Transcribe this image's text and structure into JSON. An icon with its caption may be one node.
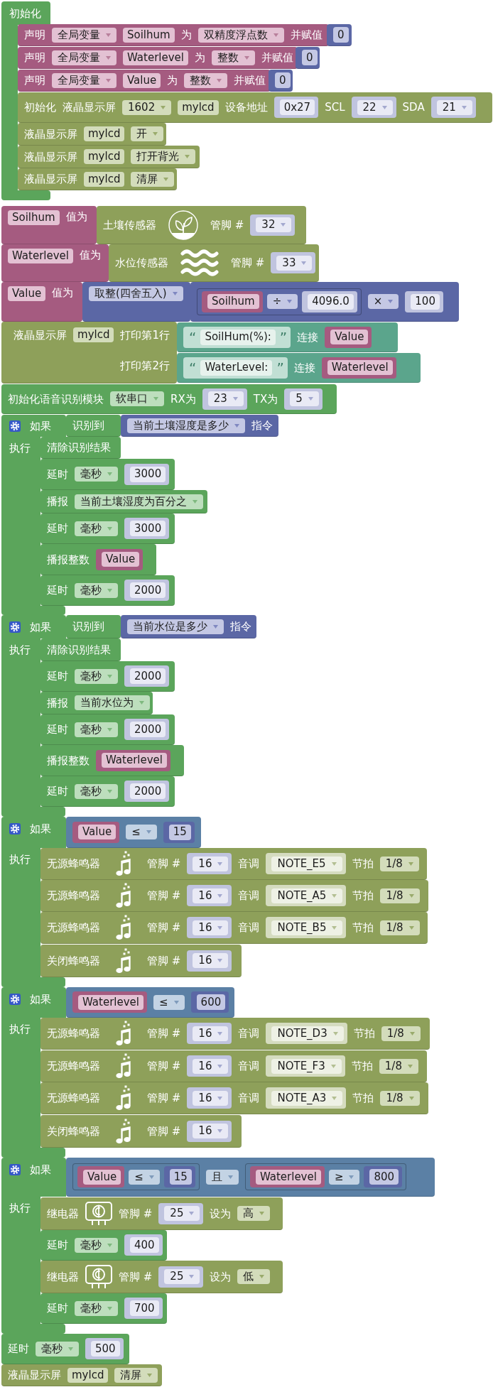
{
  "diagram": {
    "nodes": [
      {
        "text": [
          "初始化"
        ]
      },
      {
        "text": [
          "声明",
          "全局变量",
          "Soilhum",
          "为",
          "双精度浮点数",
          "并赋值"
        ]
      },
      {
        "text": [
          "0"
        ]
      },
      {
        "text": [
          "声明",
          "全局变量",
          "Waterlevel",
          "为",
          "整数",
          "并赋值"
        ]
      },
      {
        "text": [
          "0"
        ]
      },
      {
        "text": [
          "声明",
          "全局变量",
          "Value",
          "为",
          "整数",
          "并赋值"
        ]
      },
      {
        "text": [
          "0"
        ]
      },
      {
        "text": [
          "初始化",
          "液晶显示屏",
          "1602",
          "mylcd",
          "设备地址",
          "SCL",
          "SDA"
        ]
      },
      {
        "text": [
          "0x27"
        ],
        "in": 7
      },
      {
        "text": [
          "22"
        ],
        "in": 7
      },
      {
        "text": [
          "21"
        ],
        "in": 7
      },
      {
        "text": [
          "液晶显示屏",
          "mylcd",
          "开"
        ]
      },
      {
        "text": [
          "液晶显示屏",
          "mylcd",
          "打开背光"
        ]
      },
      {
        "text": [
          "液晶显示屏",
          "mylcd",
          "清屏"
        ]
      },
      {
        "text": [
          "Soilhum",
          "值为"
        ]
      },
      {
        "text": [
          "土壤传感器",
          "管脚 #"
        ]
      },
      {
        "text": [
          "32"
        ],
        "in": 15
      },
      {
        "text": [
          "Waterlevel",
          "值为"
        ]
      },
      {
        "text": [
          "水位传感器",
          "管脚 #"
        ]
      },
      {
        "text": [
          "33"
        ],
        "in": 18
      },
      {
        "text": [
          "Value",
          "值为"
        ]
      },
      {
        "text": [
          "取整(四舍五入)"
        ]
      },
      {
        "text": [
          "×"
        ]
      },
      {
        "text": [
          "÷"
        ],
        "in": 22
      },
      {
        "text": [
          "Soilhum"
        ],
        "in": 23
      },
      {
        "text": [
          "4096.0"
        ],
        "in": 23
      },
      {
        "text": [
          "100"
        ],
        "in": 22
      },
      {
        "text": [
          "液晶显示屏",
          "mylcd",
          "打印第1行",
          "打印第2行"
        ]
      },
      {
        "text": [
          "连接"
        ]
      },
      {
        "text": [
          "“",
          "SoilHum(%):",
          "”"
        ],
        "in": 28
      },
      {
        "text": [
          "Value"
        ],
        "in": 28
      },
      {
        "text": [
          "连接"
        ]
      },
      {
        "text": [
          "“",
          "WaterLevel:",
          "”"
        ],
        "in": 31
      },
      {
        "text": [
          "Waterlevel"
        ],
        "in": 31
      },
      {
        "text": [
          "初始化语音识别模块",
          "软串口",
          "RX为",
          "TX为"
        ]
      },
      {
        "text": [
          "23"
        ],
        "in": 34
      },
      {
        "text": [
          "5"
        ],
        "in": 34
      },
      {
        "text": [
          "如果",
          "执行"
        ]
      },
      {
        "text": [
          "识别到"
        ]
      },
      {
        "text": [
          "当前土壤湿度是多少",
          "指令"
        ]
      },
      {
        "text": [
          "清除识别结果"
        ]
      },
      {
        "text": [
          "延时",
          "毫秒"
        ]
      },
      {
        "text": [
          "3000"
        ],
        "in": 41
      },
      {
        "text": [
          "播报",
          "当前土壤湿度为百分之"
        ]
      },
      {
        "text": [
          "延时",
          "毫秒"
        ]
      },
      {
        "text": [
          "3000"
        ],
        "in": 44
      },
      {
        "text": [
          "播报整数"
        ]
      },
      {
        "text": [
          "Value"
        ],
        "in": 46
      },
      {
        "text": [
          "延时",
          "毫秒"
        ]
      },
      {
        "text": [
          "2000"
        ],
        "in": 48
      },
      {
        "text": [
          "如果",
          "执行"
        ]
      },
      {
        "text": [
          "识别到"
        ]
      },
      {
        "text": [
          "当前水位是多少",
          "指令"
        ]
      },
      {
        "text": [
          "清除识别结果"
        ]
      },
      {
        "text": [
          "延时",
          "毫秒"
        ]
      },
      {
        "text": [
          "2000"
        ],
        "in": 54
      },
      {
        "text": [
          "播报",
          "当前水位为"
        ]
      },
      {
        "text": [
          "延时",
          "毫秒"
        ]
      },
      {
        "text": [
          "2000"
        ],
        "in": 57
      },
      {
        "text": [
          "播报整数"
        ]
      },
      {
        "text": [
          "Waterlevel"
        ],
        "in": 59
      },
      {
        "text": [
          "延时",
          "毫秒"
        ]
      },
      {
        "text": [
          "2000"
        ],
        "in": 61
      },
      {
        "text": [
          "如果",
          "执行"
        ]
      },
      {
        "text": [
          "≤"
        ]
      },
      {
        "text": [
          "Value"
        ],
        "in": 64
      },
      {
        "text": [
          "15"
        ],
        "in": 64
      },
      {
        "text": [
          "无源蜂鸣器",
          "管脚 #",
          "音调",
          "节拍",
          "1/8"
        ]
      },
      {
        "text": [
          "16"
        ],
        "in": 67
      },
      {
        "text": [
          "NOTE_E5"
        ],
        "in": 67
      },
      {
        "text": [
          "无源蜂鸣器",
          "管脚 #",
          "音调",
          "节拍",
          "1/8"
        ]
      },
      {
        "text": [
          "16"
        ],
        "in": 70
      },
      {
        "text": [
          "NOTE_A5"
        ],
        "in": 70
      },
      {
        "text": [
          "无源蜂鸣器",
          "管脚 #",
          "音调",
          "节拍",
          "1/8"
        ]
      },
      {
        "text": [
          "16"
        ],
        "in": 73
      },
      {
        "text": [
          "NOTE_B5"
        ],
        "in": 73
      },
      {
        "text": [
          "关闭蜂鸣器",
          "管脚 #"
        ]
      },
      {
        "text": [
          "16"
        ],
        "in": 76
      },
      {
        "text": [
          "如果",
          "执行"
        ]
      },
      {
        "text": [
          "≤"
        ]
      },
      {
        "text": [
          "Waterlevel"
        ],
        "in": 79
      },
      {
        "text": [
          "600"
        ],
        "in": 79
      },
      {
        "text": [
          "无源蜂鸣器",
          "管脚 #",
          "音调",
          "节拍",
          "1/8"
        ]
      },
      {
        "text": [
          "16"
        ],
        "in": 82
      },
      {
        "text": [
          "NOTE_D3"
        ],
        "in": 82
      },
      {
        "text": [
          "无源蜂鸣器",
          "管脚 #",
          "音调",
          "节拍",
          "1/8"
        ]
      },
      {
        "text": [
          "16"
        ],
        "in": 85
      },
      {
        "text": [
          "NOTE_F3"
        ],
        "in": 85
      },
      {
        "text": [
          "无源蜂鸣器",
          "管脚 #",
          "音调",
          "节拍",
          "1/8"
        ]
      },
      {
        "text": [
          "16"
        ],
        "in": 88
      },
      {
        "text": [
          "NOTE_A3"
        ],
        "in": 88
      },
      {
        "text": [
          "关闭蜂鸣器",
          "管脚 #"
        ]
      },
      {
        "text": [
          "16"
        ],
        "in": 91
      },
      {
        "text": [
          "如果",
          "执行"
        ]
      },
      {
        "text": [
          "且"
        ]
      },
      {
        "text": [
          "≤"
        ],
        "in": 94
      },
      {
        "text": [
          "Value"
        ],
        "in": 95
      },
      {
        "text": [
          "15"
        ],
        "in": 95
      },
      {
        "text": [
          "≥"
        ],
        "in": 94
      },
      {
        "text": [
          "Waterlevel"
        ],
        "in": 98
      },
      {
        "text": [
          "800"
        ],
        "in": 98
      },
      {
        "text": [
          "继电器",
          "管脚 #",
          "设为",
          "高"
        ]
      },
      {
        "text": [
          "25"
        ],
        "in": 101
      },
      {
        "text": [
          "延时",
          "毫秒"
        ]
      },
      {
        "text": [
          "400"
        ],
        "in": 103
      },
      {
        "text": [
          "继电器",
          "管脚 #",
          "设为",
          "低"
        ]
      },
      {
        "text": [
          "25"
        ],
        "in": 105
      },
      {
        "text": [
          "延时",
          "毫秒"
        ]
      },
      {
        "text": [
          "700"
        ],
        "in": 107
      },
      {
        "text": [
          "延时",
          "毫秒"
        ]
      },
      {
        "text": [
          "500"
        ],
        "in": 109
      },
      {
        "text": [
          "液晶显示屏",
          "mylcd",
          "清屏"
        ]
      }
    ]
  }
}
